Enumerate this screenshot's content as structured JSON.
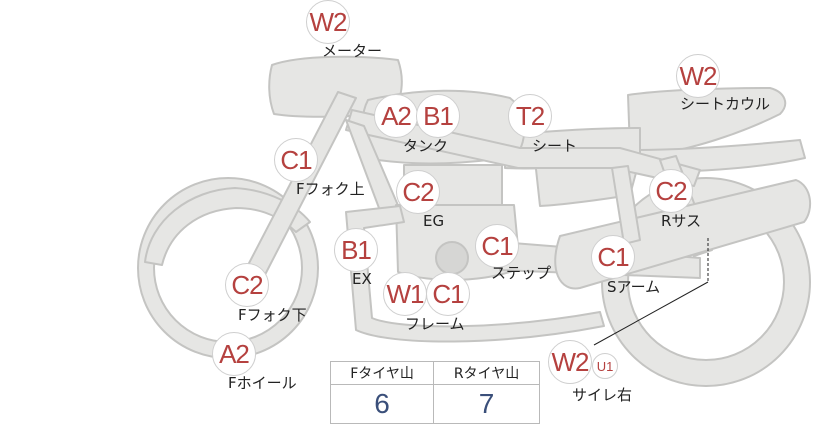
{
  "colors": {
    "bike_fill": "#e6e6e4",
    "bike_stroke": "#c4c4c2",
    "code_text": "#b5413f",
    "value_text": "#3a4f7a"
  },
  "parts": [
    {
      "id": "meter",
      "codes": [
        "W2"
      ],
      "label": "メーター"
    },
    {
      "id": "seat-cowl",
      "codes": [
        "W2"
      ],
      "label": "シートカウル"
    },
    {
      "id": "tank",
      "codes": [
        "A2",
        "B1"
      ],
      "label": "タンク"
    },
    {
      "id": "seat",
      "codes": [
        "T2"
      ],
      "label": "シート"
    },
    {
      "id": "ffork-upper",
      "codes": [
        "C1"
      ],
      "label": "Fフォク上"
    },
    {
      "id": "engine",
      "codes": [
        "C2"
      ],
      "label": "EG"
    },
    {
      "id": "rsus",
      "codes": [
        "C2"
      ],
      "label": "Rサス"
    },
    {
      "id": "ex",
      "codes": [
        "B1"
      ],
      "label": "EX"
    },
    {
      "id": "step",
      "codes": [
        "C1"
      ],
      "label": "ステップ"
    },
    {
      "id": "swingarm",
      "codes": [
        "C1"
      ],
      "label": "Sアーム"
    },
    {
      "id": "ffork-lower",
      "codes": [
        "C2"
      ],
      "label": "Fフォク下"
    },
    {
      "id": "frame",
      "codes": [
        "W1",
        "C1"
      ],
      "label": "フレーム"
    },
    {
      "id": "fwheel",
      "codes": [
        "A2"
      ],
      "label": "Fホイール"
    },
    {
      "id": "muffler-right",
      "codes": [
        "W2",
        "U1"
      ],
      "label": "サイレ右"
    }
  ],
  "tire_table": {
    "headers": [
      "Fタイヤ山",
      "Rタイヤ山"
    ],
    "values": [
      "6",
      "7"
    ]
  }
}
